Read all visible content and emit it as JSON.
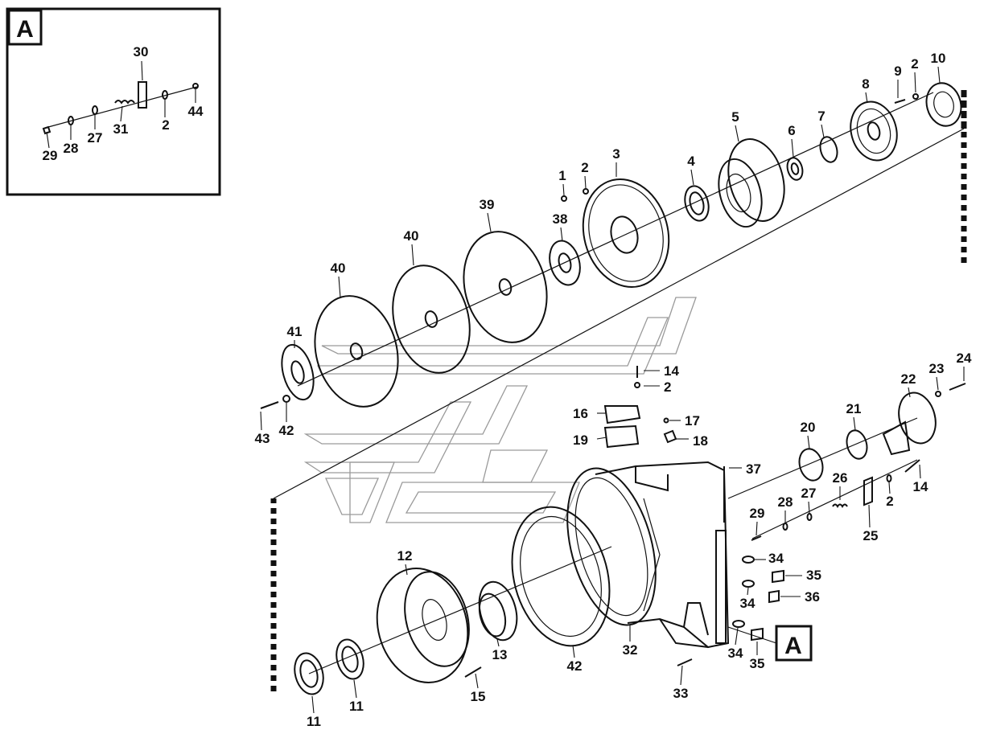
{
  "detail_box": {
    "letter": "A",
    "labels": [
      "30",
      "29",
      "28",
      "27",
      "31",
      "2",
      "44"
    ]
  },
  "reference_box": {
    "letter": "A"
  },
  "part_labels": {
    "p1": "1",
    "p2a": "2",
    "p3": "3",
    "p4": "4",
    "p5": "5",
    "p6": "6",
    "p7": "7",
    "p8": "8",
    "p9": "9",
    "p2b": "2",
    "p10": "10",
    "p39": "39",
    "p38": "38",
    "p40a": "40",
    "p40b": "40",
    "p41": "41",
    "p42a": "42",
    "p43": "43",
    "p14a": "14",
    "p2c": "2",
    "p16": "16",
    "p17": "17",
    "p19": "19",
    "p18": "18",
    "p37": "37",
    "p20": "20",
    "p21": "21",
    "p22": "22",
    "p23": "23",
    "p24": "24",
    "p26": "26",
    "p27": "27",
    "p28": "28",
    "p29": "29",
    "p2d": "2",
    "p14b": "14",
    "p25": "25",
    "p34a": "34",
    "p35a": "35",
    "p34b": "34",
    "p36": "36",
    "p34c": "34",
    "p35b": "35",
    "p12": "12",
    "p13": "13",
    "p42b": "42",
    "p32": "32",
    "p33": "33",
    "p11a": "11",
    "p11b": "11",
    "p15": "15"
  }
}
